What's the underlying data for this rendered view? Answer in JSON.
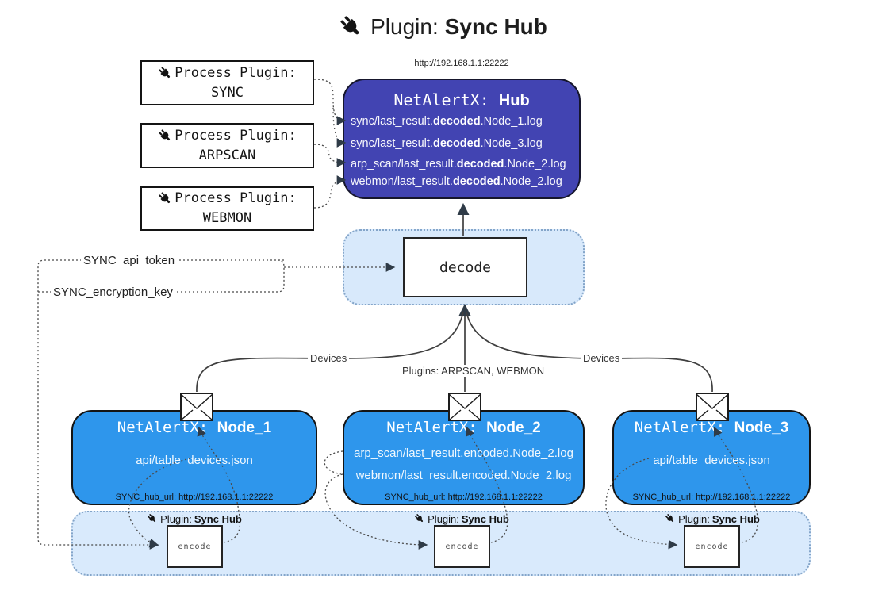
{
  "colors": {
    "hub_fill": "#4244b2",
    "node_fill": "#2e96ec",
    "panel_fill": "#d8e9fb",
    "panel_border": "#84a5c9",
    "line": "#3f3f3f"
  },
  "title": {
    "prefix": "Plugin:",
    "name": "Sync Hub"
  },
  "hub": {
    "url": "http://192.168.1.1:22222",
    "name_prefix": "NetAlertX: ",
    "name": "Hub",
    "logs": [
      {
        "pre": "sync/last_result.",
        "bold": "decoded",
        "post": ".Node_1.log"
      },
      {
        "pre": "sync/last_result.",
        "bold": "decoded",
        "post": ".Node_3.log"
      },
      {
        "pre": "arp_scan/last_result.",
        "bold": "decoded",
        "post": ".Node_2.log"
      },
      {
        "pre": "webmon/last_result.",
        "bold": "decoded",
        "post": ".Node_2.log"
      }
    ]
  },
  "process_plugins": [
    {
      "label": "Process Plugin:",
      "name": "SYNC"
    },
    {
      "label": "Process Plugin:",
      "name": "ARPSCAN"
    },
    {
      "label": "Process Plugin:",
      "name": "WEBMON"
    }
  ],
  "decode_box": {
    "label": "decode"
  },
  "secrets": {
    "api_token": "SYNC_api_token",
    "encryption_key": "SYNC_encryption_key"
  },
  "edge_labels": {
    "left": "Devices",
    "center": "Plugins: ARPSCAN, WEBMON",
    "right": "Devices"
  },
  "nodes": [
    {
      "name_prefix": "NetAlertX: ",
      "name": "Node_1",
      "lines": [
        "api/table_devices.json"
      ],
      "footer": "SYNC_hub_url: http://192.168.1.1:22222"
    },
    {
      "name_prefix": "NetAlertX: ",
      "name": "Node_2",
      "lines": [
        "arp_scan/last_result.encoded.Node_2.log",
        "webmon/last_result.encoded.Node_2.log"
      ],
      "footer": "SYNC_hub_url: http://192.168.1.1:22222"
    },
    {
      "name_prefix": "NetAlertX: ",
      "name": "Node_3",
      "lines": [
        "api/table_devices.json"
      ],
      "footer": "SYNC_hub_url: http://192.168.1.1:22222"
    }
  ],
  "encoders": [
    {
      "label": "Plugin:",
      "name": "Sync Hub",
      "box": "encode"
    },
    {
      "label": "Plugin:",
      "name": "Sync Hub",
      "box": "encode"
    },
    {
      "label": "Plugin:",
      "name": "Sync Hub",
      "box": "encode"
    }
  ]
}
